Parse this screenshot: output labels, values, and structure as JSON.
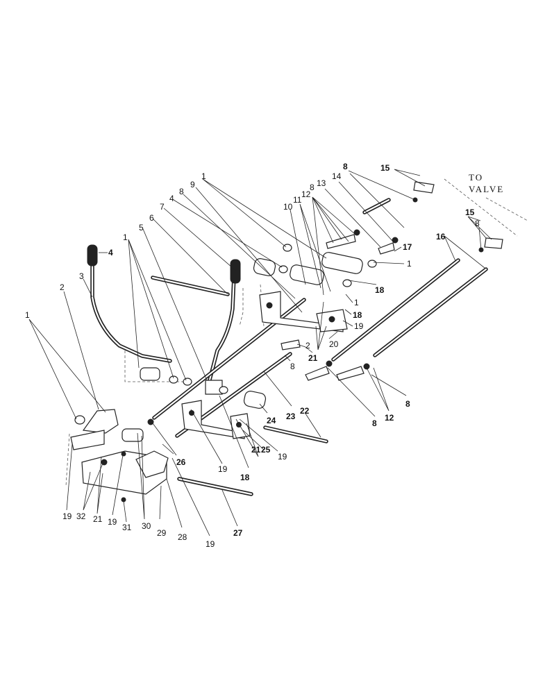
{
  "diagram": {
    "note_to": "TO",
    "note_valve": "VALVE",
    "labels": [
      {
        "id": "l1a",
        "text": "1"
      },
      {
        "id": "l2",
        "text": "2"
      },
      {
        "id": "l3",
        "text": "3"
      },
      {
        "id": "l4a",
        "text": "4"
      },
      {
        "id": "l1b",
        "text": "1"
      },
      {
        "id": "l5",
        "text": "5"
      },
      {
        "id": "l6",
        "text": "6"
      },
      {
        "id": "l7",
        "text": "7"
      },
      {
        "id": "l4b",
        "text": "4"
      },
      {
        "id": "l8a",
        "text": "8"
      },
      {
        "id": "l9",
        "text": "9"
      },
      {
        "id": "l1c",
        "text": "1"
      },
      {
        "id": "l10",
        "text": "10"
      },
      {
        "id": "l11",
        "text": "11"
      },
      {
        "id": "l12a",
        "text": "12"
      },
      {
        "id": "l8b",
        "text": "8"
      },
      {
        "id": "l13",
        "text": "13"
      },
      {
        "id": "l14",
        "text": "14"
      },
      {
        "id": "l8c",
        "text": "8"
      },
      {
        "id": "l15a",
        "text": "15"
      },
      {
        "id": "l15b",
        "text": "15"
      },
      {
        "id": "l8d",
        "text": "8"
      },
      {
        "id": "l16",
        "text": "16"
      },
      {
        "id": "l17",
        "text": "17"
      },
      {
        "id": "l1d",
        "text": "1"
      },
      {
        "id": "l18a",
        "text": "18"
      },
      {
        "id": "l1e",
        "text": "1"
      },
      {
        "id": "l18b",
        "text": "18"
      },
      {
        "id": "l19a",
        "text": "19"
      },
      {
        "id": "l20",
        "text": "20"
      },
      {
        "id": "l2b",
        "text": "2"
      },
      {
        "id": "l21a",
        "text": "21"
      },
      {
        "id": "l8e",
        "text": "8"
      },
      {
        "id": "l8f",
        "text": "8"
      },
      {
        "id": "l12b",
        "text": "12"
      },
      {
        "id": "l8g",
        "text": "8"
      },
      {
        "id": "l22",
        "text": "22"
      },
      {
        "id": "l23",
        "text": "23"
      },
      {
        "id": "l24",
        "text": "24"
      },
      {
        "id": "l25",
        "text": "25"
      },
      {
        "id": "l21b",
        "text": "21"
      },
      {
        "id": "l19b",
        "text": "19"
      },
      {
        "id": "l18c",
        "text": "18"
      },
      {
        "id": "l19c",
        "text": "19"
      },
      {
        "id": "l26",
        "text": "26"
      },
      {
        "id": "l19d",
        "text": "19"
      },
      {
        "id": "l32",
        "text": "32"
      },
      {
        "id": "l21c",
        "text": "21"
      },
      {
        "id": "l19e",
        "text": "19"
      },
      {
        "id": "l31",
        "text": "31"
      },
      {
        "id": "l30",
        "text": "30"
      },
      {
        "id": "l29",
        "text": "29"
      },
      {
        "id": "l28",
        "text": "28"
      },
      {
        "id": "l19f",
        "text": "19"
      },
      {
        "id": "l27",
        "text": "27"
      }
    ]
  }
}
